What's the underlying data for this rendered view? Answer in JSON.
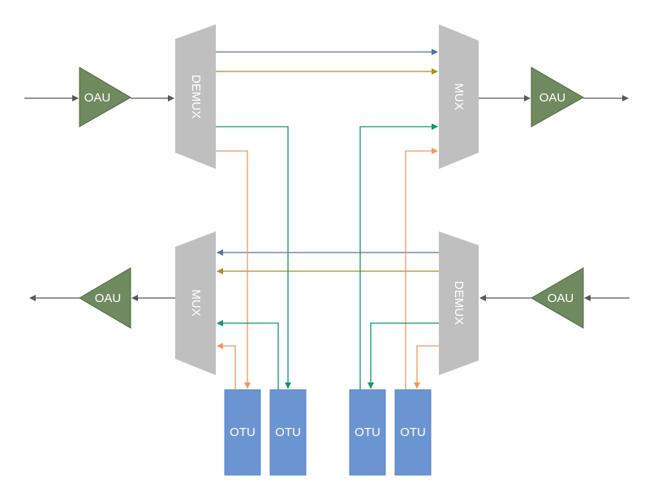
{
  "labels": {
    "oau": "OAU",
    "demux": "DEMUX",
    "mux": "MUX",
    "otu": "OTU"
  },
  "colors": {
    "blue": "#4f74b0",
    "gold": "#b08f22",
    "green": "#119a66",
    "orange": "#ee9b60",
    "gray": "#595959"
  }
}
